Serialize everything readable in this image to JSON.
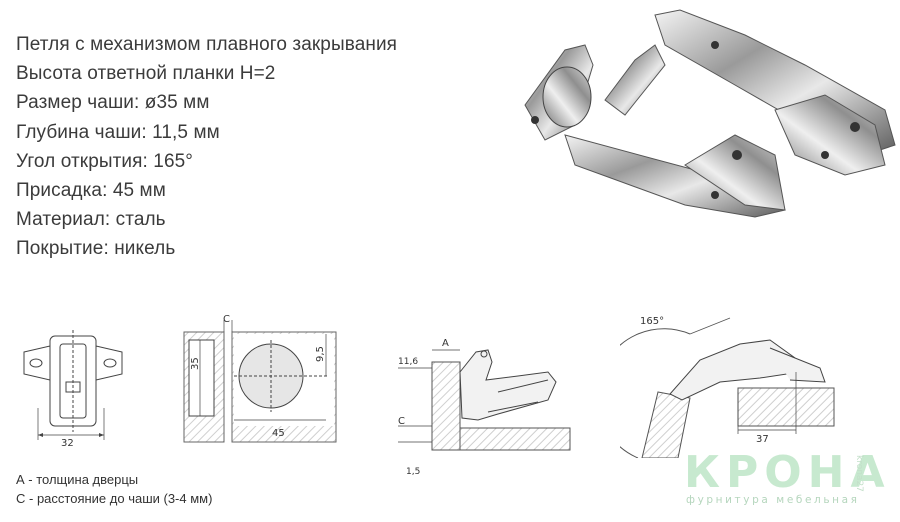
{
  "specs": [
    "Петля с механизмом плавного закрывания",
    "Высота ответной планки H=2",
    "Размер чаши: ø35 мм",
    "Глубина чаши: 11,5 мм",
    "Угол открытия:  165°",
    "Присадка: 45 мм",
    "Материал: сталь",
    "Покрытие: никель"
  ],
  "diagrams": {
    "plate": {
      "width_label": "32"
    },
    "cup": {
      "c_label": "C",
      "height_label": "35",
      "depth_label": "9,5",
      "offset_label": "45"
    },
    "side": {
      "a_label": "A",
      "depth_label": "11,6",
      "c_label": "C",
      "plate_label": "1,5"
    },
    "opening": {
      "angle_label": "165°",
      "offset_label": "37"
    }
  },
  "legend": [
    "А - толщина дверцы",
    "С - расстояние до чаши (3-4 мм)"
  ],
  "logo": {
    "word": "КРОНА",
    "tagline": "фурнитура мебельная",
    "side_text": "krona27"
  },
  "colors": {
    "logo_green": "#c7e9cf",
    "text": "#3b3b3b",
    "hatch": "#d8d8d8"
  }
}
